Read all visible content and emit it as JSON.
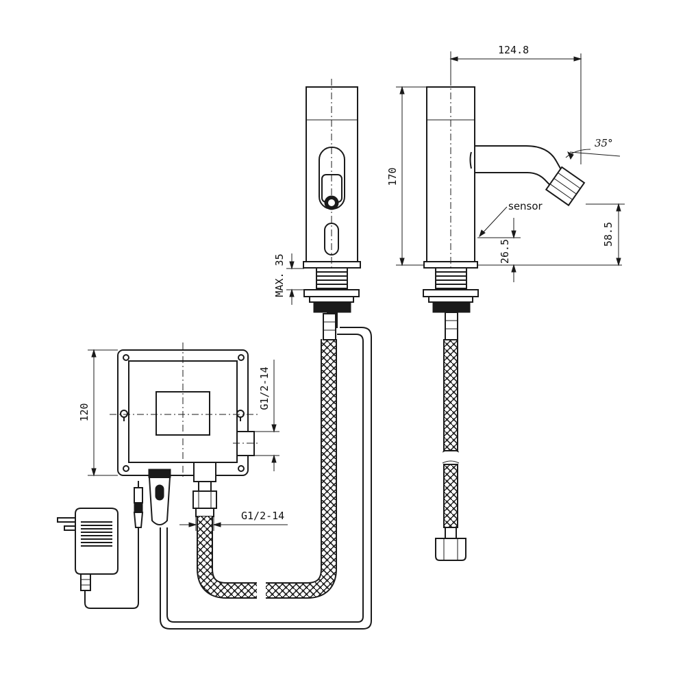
{
  "dimensions": {
    "spout_reach": "124.8",
    "spout_angle": "35°",
    "height": "170",
    "sensor_label": "sensor",
    "sensor_height": "26.5",
    "outlet_height": "58.5",
    "max_thickness": "MAX. 35",
    "box_height": "120",
    "box_inlet_thread": "G1/2-14",
    "hose_thread": "G1/2-14"
  }
}
